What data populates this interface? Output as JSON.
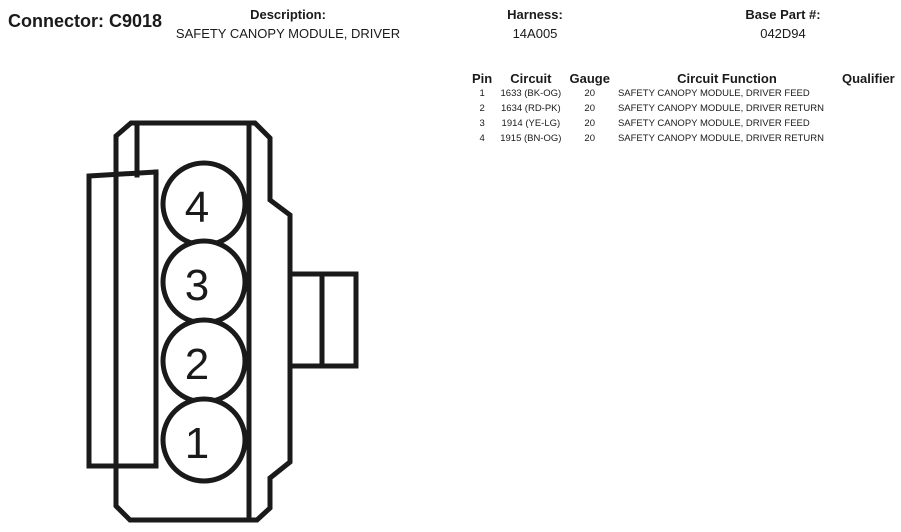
{
  "connector": {
    "label": "Connector: C9018"
  },
  "description": {
    "label": "Description:",
    "value": "SAFETY CANOPY MODULE, DRIVER"
  },
  "harness": {
    "label": "Harness:",
    "value": "14A005"
  },
  "base_part": {
    "label": "Base Part #:",
    "value": "042D94"
  },
  "table": {
    "headers": {
      "pin": "Pin",
      "circuit": "Circuit",
      "gauge": "Gauge",
      "function": "Circuit Function",
      "qualifier": "Qualifier"
    },
    "rows": [
      {
        "pin": "1",
        "circuit": "1633 (BK-OG)",
        "gauge": "20",
        "function": "SAFETY CANOPY MODULE, DRIVER FEED",
        "qualifier": ""
      },
      {
        "pin": "2",
        "circuit": "1634 (RD-PK)",
        "gauge": "20",
        "function": "SAFETY CANOPY MODULE, DRIVER RETURN",
        "qualifier": ""
      },
      {
        "pin": "3",
        "circuit": "1914 (YE-LG)",
        "gauge": "20",
        "function": "SAFETY CANOPY MODULE, DRIVER FEED",
        "qualifier": ""
      },
      {
        "pin": "4",
        "circuit": "1915 (BN-OG)",
        "gauge": "20",
        "function": "SAFETY CANOPY MODULE, DRIVER RETURN",
        "qualifier": ""
      }
    ]
  },
  "diagram": {
    "pin_labels": [
      "4",
      "3",
      "2",
      "1"
    ]
  }
}
